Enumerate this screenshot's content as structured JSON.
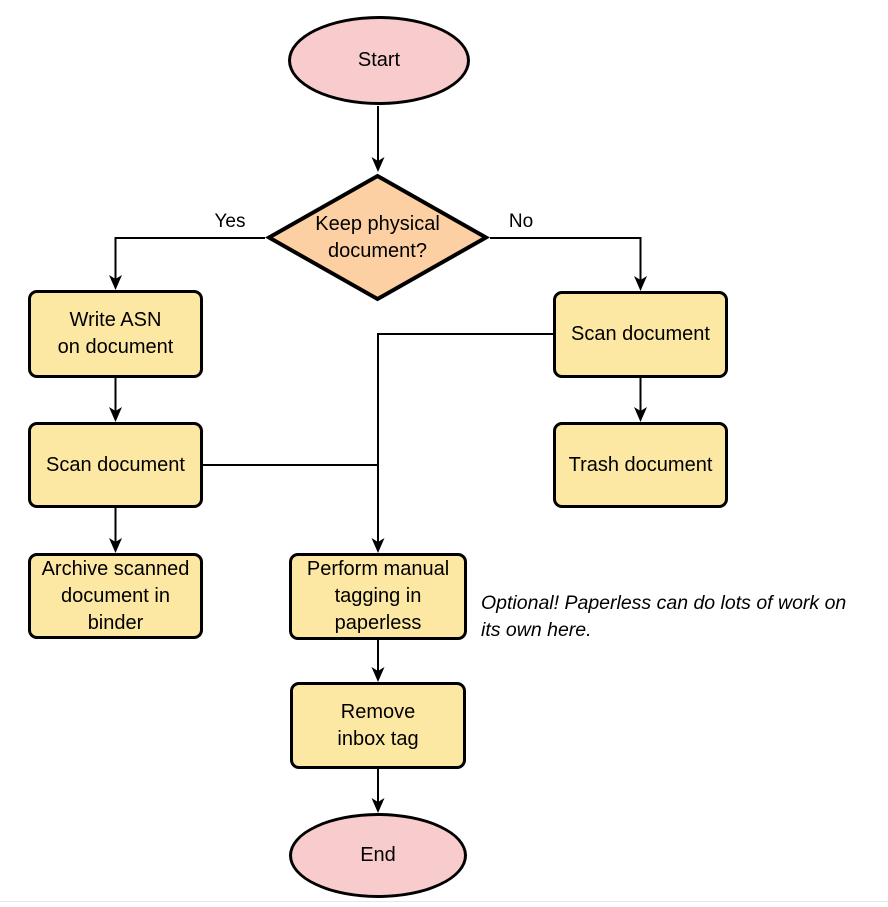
{
  "colors": {
    "process_fill": "#fce8a3",
    "decision_fill": "#fcd0a3",
    "terminal_fill": "#f8cbcd",
    "stroke": "#000000",
    "page_divider": "#e8e8e8"
  },
  "nodes": {
    "start": {
      "type": "terminal",
      "label": "Start"
    },
    "decision": {
      "type": "decision",
      "label": [
        "Keep physical",
        "document?"
      ]
    },
    "write_asn": {
      "type": "process",
      "label": [
        "Write ASN",
        "on document"
      ]
    },
    "scan_left": {
      "type": "process",
      "label": "Scan document"
    },
    "archive": {
      "type": "process",
      "label": [
        "Archive scanned",
        "document in",
        "binder"
      ]
    },
    "scan_right": {
      "type": "process",
      "label": "Scan document"
    },
    "trash": {
      "type": "process",
      "label": "Trash document"
    },
    "tagging": {
      "type": "process",
      "label": [
        "Perform manual",
        "tagging in",
        "paperless"
      ]
    },
    "remove_inbox": {
      "type": "process",
      "label": [
        "Remove",
        "inbox tag"
      ]
    },
    "end": {
      "type": "terminal",
      "label": "End"
    }
  },
  "edge_labels": {
    "yes": "Yes",
    "no": "No"
  },
  "annotation": [
    "Optional! Paperless can do lots of work on",
    "its own here."
  ]
}
